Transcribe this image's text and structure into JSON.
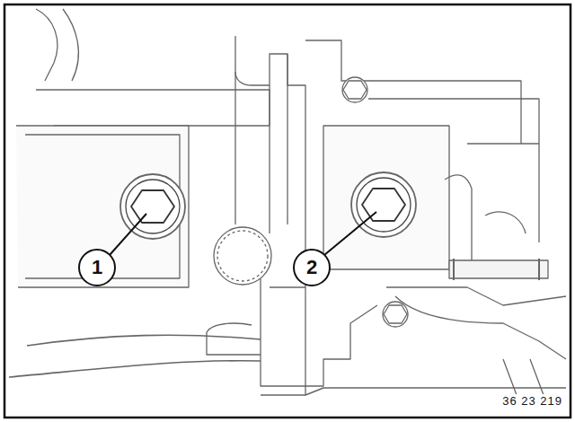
{
  "diagram": {
    "labels": [
      "1",
      "2",
      "36 23 219"
    ]
  }
}
